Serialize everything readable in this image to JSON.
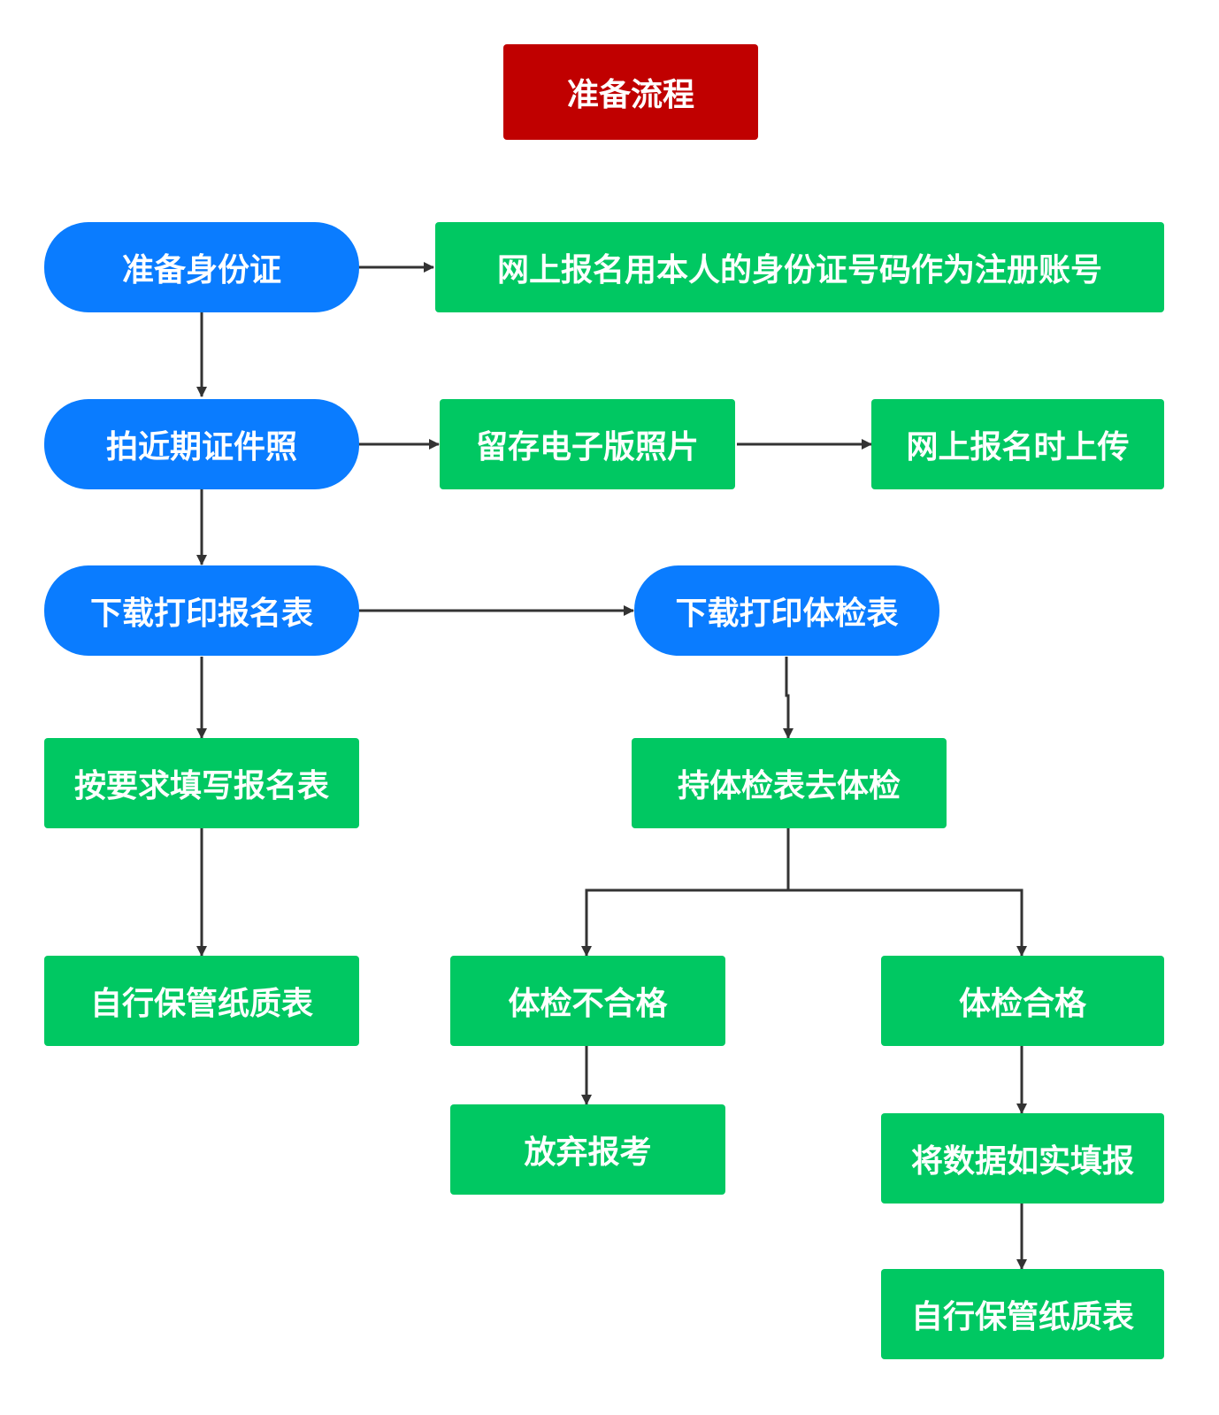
{
  "title": "准备流程",
  "nodes": {
    "prepare_id": "准备身份证",
    "id_as_account": "网上报名用本人的身份证号码作为注册账号",
    "take_photo": "拍近期证件照",
    "keep_e_photo": "留存电子版照片",
    "upload_online": "网上报名时上传",
    "print_reg_form": "下载打印报名表",
    "print_exam_form": "下载打印体检表",
    "fill_reg_form": "按要求填写报名表",
    "go_exam": "持体检表去体检",
    "keep_paper_1": "自行保管纸质表",
    "exam_fail": "体检不合格",
    "exam_pass": "体检合格",
    "give_up": "放弃报考",
    "fill_truth": "将数据如实填报",
    "keep_paper_2": "自行保管纸质表"
  },
  "colors": {
    "title": "#c00000",
    "blue_node": "#0a7cff",
    "green_node": "#00c862",
    "arrow": "#333333"
  }
}
